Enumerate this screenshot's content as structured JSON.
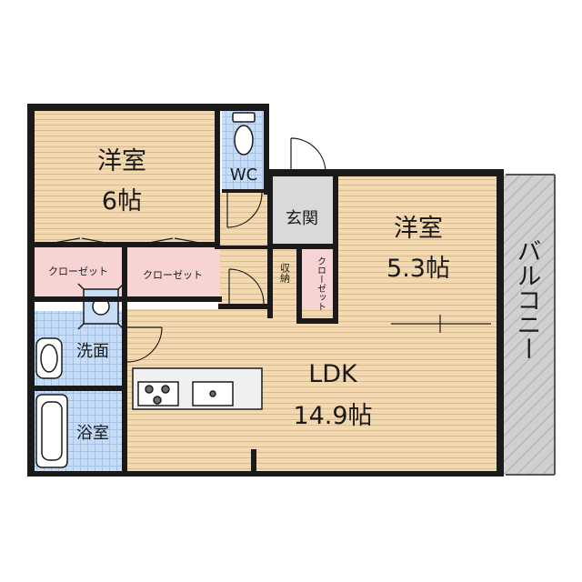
{
  "rooms": {
    "western_room_1": {
      "name": "洋室",
      "size": "6帖"
    },
    "western_room_2": {
      "name": "洋室",
      "size": "5.3帖"
    },
    "toilet": {
      "name": "WC"
    },
    "entrance": {
      "name": "玄関"
    },
    "storage": {
      "name": "収納"
    },
    "closet_1": {
      "name": "クローゼット"
    },
    "closet_2": {
      "name": "クローゼット"
    },
    "closet_3": {
      "name": "クローゼット"
    },
    "washroom": {
      "name": "洗面"
    },
    "bathroom": {
      "name": "浴室"
    },
    "ldk": {
      "name": "LDK",
      "size": "14.9帖"
    },
    "balcony": {
      "name": "バルコニー"
    }
  },
  "colors": {
    "wall": "#1a1a1a",
    "wood_floor": "#f4d9b0",
    "tile_floor": "#c7dcf5",
    "closet_floor": "#f7d3d3",
    "entrance_floor": "#d9d9d9",
    "balcony_floor": "#c9c9c9"
  }
}
